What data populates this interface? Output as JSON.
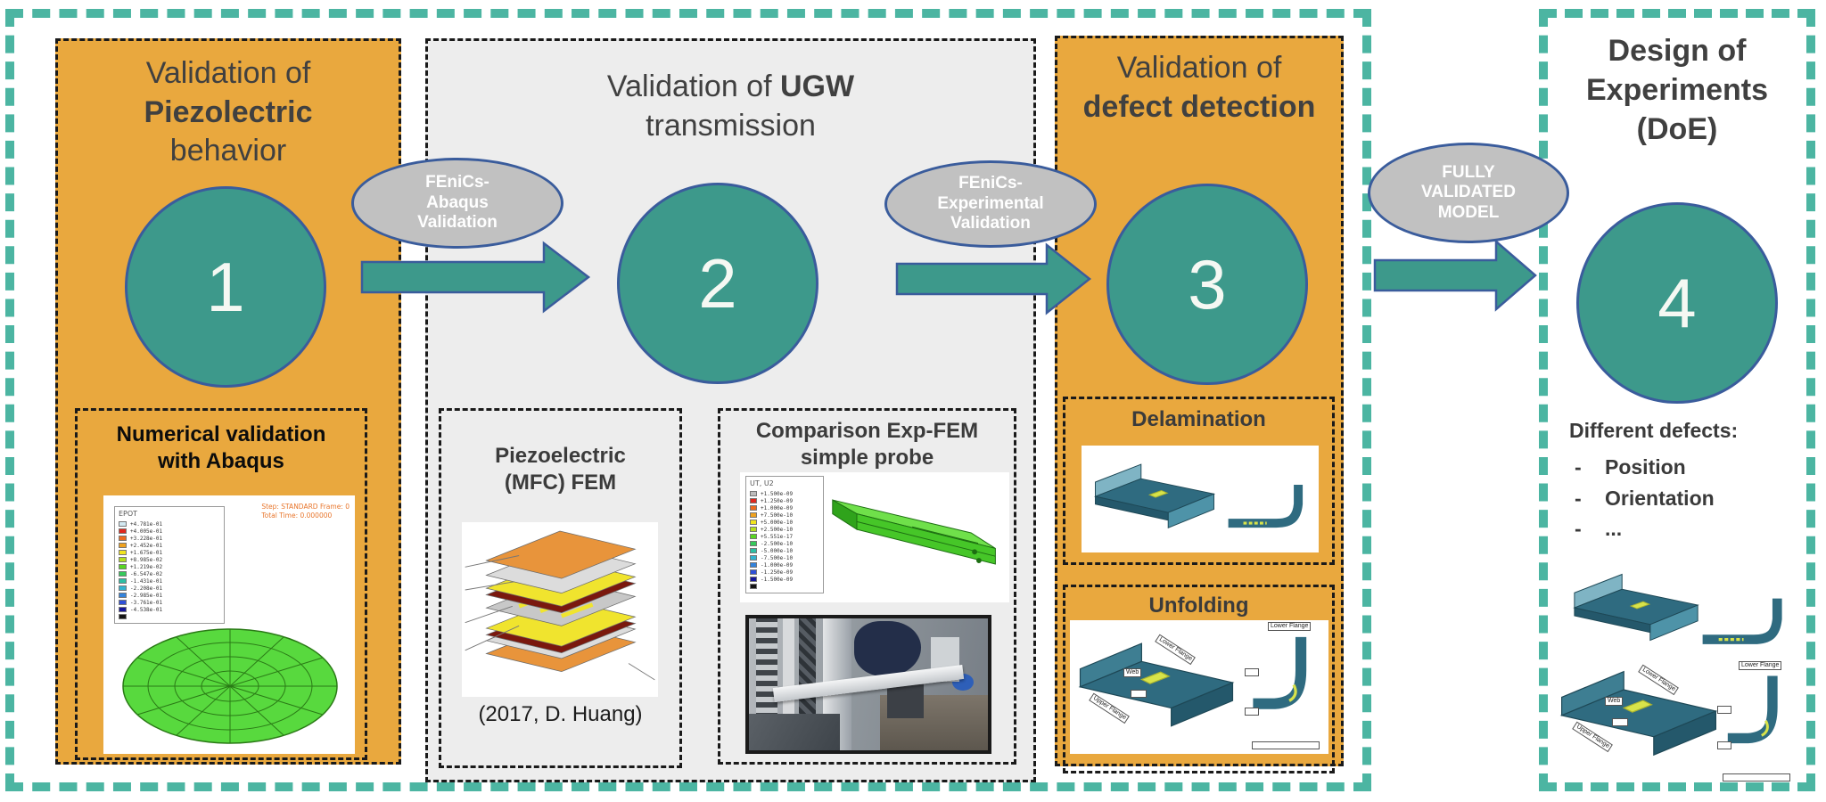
{
  "colors": {
    "orange": "#E9A83E",
    "panel-gray": "#EDEDED",
    "teal": "#3D998B",
    "outline-blue": "#3A5C9C",
    "ellipse-gray": "#C1C1C1",
    "outer-teal": "#4CB5A2",
    "title-text": "#404040",
    "cad-dark": "#2F6B80",
    "cad-light": "#7FB4C4",
    "cad-mid": "#4E93A8",
    "defect-yellow": "#D8E34A"
  },
  "panel1": {
    "title": {
      "line1": "Validation of",
      "line2": "Piezolectric",
      "line3": "behavior"
    },
    "step": "1",
    "box": {
      "title1": "Numerical validation",
      "title2": "with Abaqus",
      "abaqus": {
        "header1": "Step: STANDARD Frame: 0",
        "header2": "Total Time: 0.000000",
        "legend_title": "EPOT",
        "legend": [
          {
            "c": "#d2e9f2",
            "v": "+4.781e-01"
          },
          {
            "c": "#e0281e",
            "v": "+4.005e-01"
          },
          {
            "c": "#ed6b1f",
            "v": "+3.228e-01"
          },
          {
            "c": "#f0a21e",
            "v": "+2.452e-01"
          },
          {
            "c": "#f2e51f",
            "v": "+1.675e-01"
          },
          {
            "c": "#b5e01f",
            "v": "+8.985e-02"
          },
          {
            "c": "#57d622",
            "v": "+1.219e-02"
          },
          {
            "c": "#35c95b",
            "v": "-6.547e-02"
          },
          {
            "c": "#2dbfa4",
            "v": "-1.431e-01"
          },
          {
            "c": "#33b3cf",
            "v": "-2.208e-01"
          },
          {
            "c": "#3383dc",
            "v": "-2.985e-01"
          },
          {
            "c": "#2f50d8",
            "v": "-3.761e-01"
          },
          {
            "c": "#16169a",
            "v": "-4.538e-01"
          },
          {
            "c": "#141414",
            "v": ""
          }
        ]
      }
    }
  },
  "panel2": {
    "title": {
      "prefix": "Validation of ",
      "bold": "UGW",
      "line2": "transmission"
    },
    "step": "2",
    "mfc_box": {
      "title1": "Piezoelectric",
      "title2": "(MFC) FEM",
      "caption": "(2017, D. Huang)"
    },
    "cmp_box": {
      "title1": "Comparison Exp-FEM",
      "title2": "simple probe",
      "legend_title": "UT, U2",
      "legend": [
        {
          "c": "#bdbdbd",
          "v": "+1.500e-09"
        },
        {
          "c": "#e0281e",
          "v": "+1.250e-09"
        },
        {
          "c": "#ed6b1f",
          "v": "+1.000e-09"
        },
        {
          "c": "#f0a21e",
          "v": "+7.500e-10"
        },
        {
          "c": "#f2e51f",
          "v": "+5.000e-10"
        },
        {
          "c": "#b5e01f",
          "v": "+2.500e-10"
        },
        {
          "c": "#57d622",
          "v": "+5.551e-17"
        },
        {
          "c": "#35c95b",
          "v": "-2.500e-10"
        },
        {
          "c": "#2dbfa4",
          "v": "-5.000e-10"
        },
        {
          "c": "#33b3cf",
          "v": "-7.500e-10"
        },
        {
          "c": "#3383dc",
          "v": "-1.000e-09"
        },
        {
          "c": "#2f50d8",
          "v": "-1.250e-09"
        },
        {
          "c": "#16169a",
          "v": "-1.500e-09"
        },
        {
          "c": "#141414",
          "v": ""
        }
      ]
    }
  },
  "panel3": {
    "title": {
      "line1": "Validation of",
      "line2": "defect detection"
    },
    "step": "3",
    "delamination_box": {
      "title": "Delamination"
    },
    "unfolding_box": {
      "title": "Unfolding",
      "labels": {
        "lower_flange": "Lower Flange",
        "web": "Web",
        "upper_flange": "Upper Flange"
      }
    }
  },
  "panel4": {
    "title": {
      "line1": "Design of",
      "line2": "Experiments",
      "line3": "(DoE)"
    },
    "step": "4",
    "defects": {
      "heading": "Different defects:",
      "bullet": "-",
      "items": [
        "Position",
        "Orientation",
        "..."
      ]
    },
    "labels": {
      "lower_flange": "Lower Flange",
      "web": "Web",
      "upper_flange": "Upper Flange"
    }
  },
  "connectors": {
    "fenics_abaqus": {
      "line1": "FEniCs-",
      "line2": "Abaqus",
      "line3": "Validation"
    },
    "fenics_experimental": {
      "line1": "FEniCs-",
      "line2": "Experimental",
      "line3": "Validation"
    },
    "fully_validated": {
      "line1": "FULLY",
      "line2": "VALIDATED",
      "line3": "MODEL"
    }
  }
}
